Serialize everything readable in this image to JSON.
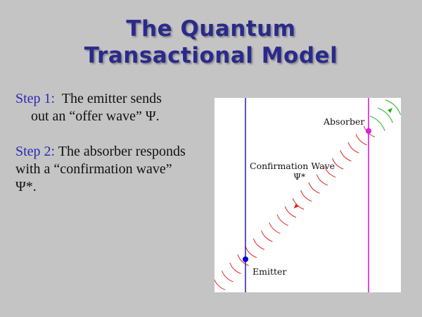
{
  "slide": {
    "title_line1": "The Quantum",
    "title_line2": "Transactional Model"
  },
  "steps": [
    {
      "label": "Step 1:",
      "line1": "The emitter sends",
      "line2": "out an “offer wave” Ψ."
    },
    {
      "label": "Step 2:",
      "line1": "The absorber responds",
      "line2": "with a “confirmation wave”",
      "line3": "Ψ*."
    }
  ],
  "diagram": {
    "absorber_label": "Absorber",
    "emitter_label": "Emitter",
    "wave_label": "Confirmation Wave",
    "wave_symbol": "Ψ*",
    "colors": {
      "emitter_line": "#2b2bb0",
      "absorber_line": "#d020d0",
      "offer_wave": "#e02020",
      "confirmation_wave": "#20b020",
      "emitter_dot": "#0000e0",
      "absorber_dot": "#e020e0"
    }
  }
}
